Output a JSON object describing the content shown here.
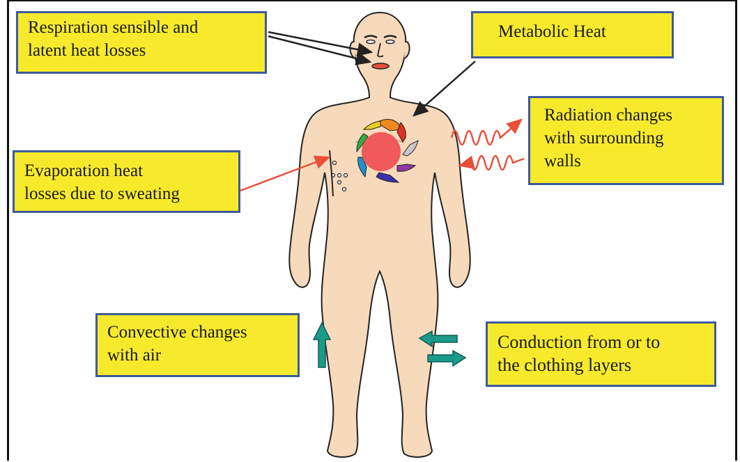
{
  "labels": {
    "respiration": [
      "Respiration sensible and",
      "latent heat losses"
    ],
    "metabolic": [
      "Metabolic Heat"
    ],
    "radiation": [
      "Radiation changes",
      "with surrounding",
      "walls"
    ],
    "evaporation": [
      "Evaporation heat",
      "losses due to sweating"
    ],
    "convective": [
      "Convective changes",
      "with air"
    ],
    "conduction": [
      "Conduction from or to",
      "the clothing layers"
    ]
  },
  "colors": {
    "box_fill": "#f7ea2c",
    "box_border": "#3d5a9c",
    "skin": "#f7d9bb",
    "heat_core": "#f05a5a",
    "radiation_wave": "#e8503a",
    "teal_arrow": "#1a9a8a"
  }
}
